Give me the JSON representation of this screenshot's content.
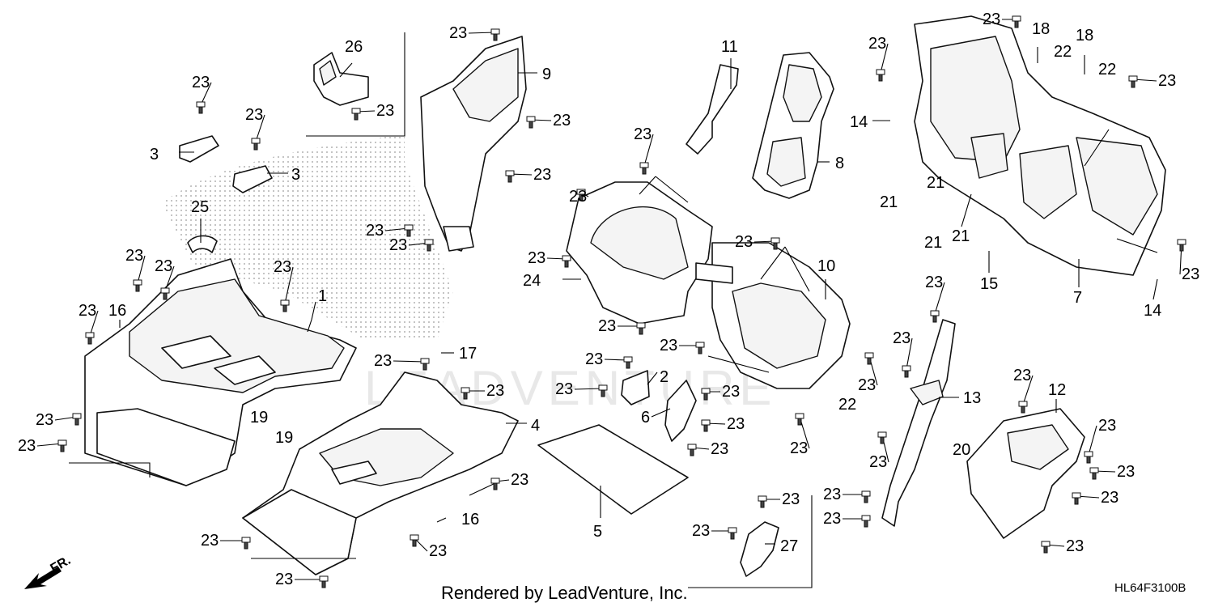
{
  "diagram": {
    "footer_text": "Rendered by LeadVenture, Inc.",
    "diagram_code": "HL64F3100B",
    "direction_label": "FR.",
    "callouts": [
      {
        "id": "1",
        "text": "1"
      },
      {
        "id": "2",
        "text": "2"
      },
      {
        "id": "3a",
        "text": "3"
      },
      {
        "id": "3b",
        "text": "3"
      },
      {
        "id": "4",
        "text": "4"
      },
      {
        "id": "5",
        "text": "5"
      },
      {
        "id": "6",
        "text": "6"
      },
      {
        "id": "7",
        "text": "7"
      },
      {
        "id": "8",
        "text": "8"
      },
      {
        "id": "9",
        "text": "9"
      },
      {
        "id": "10",
        "text": "10"
      },
      {
        "id": "11",
        "text": "11"
      },
      {
        "id": "12",
        "text": "12"
      },
      {
        "id": "13",
        "text": "13"
      },
      {
        "id": "14a",
        "text": "14"
      },
      {
        "id": "14b",
        "text": "14"
      },
      {
        "id": "15",
        "text": "15"
      },
      {
        "id": "16a",
        "text": "16"
      },
      {
        "id": "16b",
        "text": "16"
      },
      {
        "id": "17",
        "text": "17"
      },
      {
        "id": "18a",
        "text": "18"
      },
      {
        "id": "18b",
        "text": "18"
      },
      {
        "id": "19a",
        "text": "19"
      },
      {
        "id": "19b",
        "text": "19"
      },
      {
        "id": "20",
        "text": "20"
      },
      {
        "id": "21a",
        "text": "21"
      },
      {
        "id": "21b",
        "text": "21"
      },
      {
        "id": "21c",
        "text": "21"
      },
      {
        "id": "21d",
        "text": "21"
      },
      {
        "id": "22a",
        "text": "22"
      },
      {
        "id": "22b",
        "text": "22"
      },
      {
        "id": "22c",
        "text": "22"
      },
      {
        "id": "24",
        "text": "24"
      },
      {
        "id": "25",
        "text": "25"
      },
      {
        "id": "26",
        "text": "26"
      },
      {
        "id": "27",
        "text": "27"
      },
      {
        "id": "23",
        "text": "23"
      }
    ],
    "fastener_label": "23"
  }
}
